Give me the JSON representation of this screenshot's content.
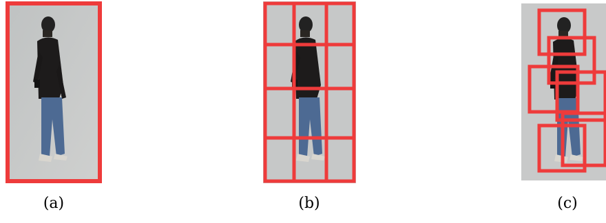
{
  "panels": [
    {
      "id": "a",
      "caption": "(a)"
    },
    {
      "id": "b",
      "caption": "(b)"
    },
    {
      "id": "c",
      "caption": "(c)"
    }
  ],
  "overlay": {
    "color": "#ee3b3b"
  }
}
